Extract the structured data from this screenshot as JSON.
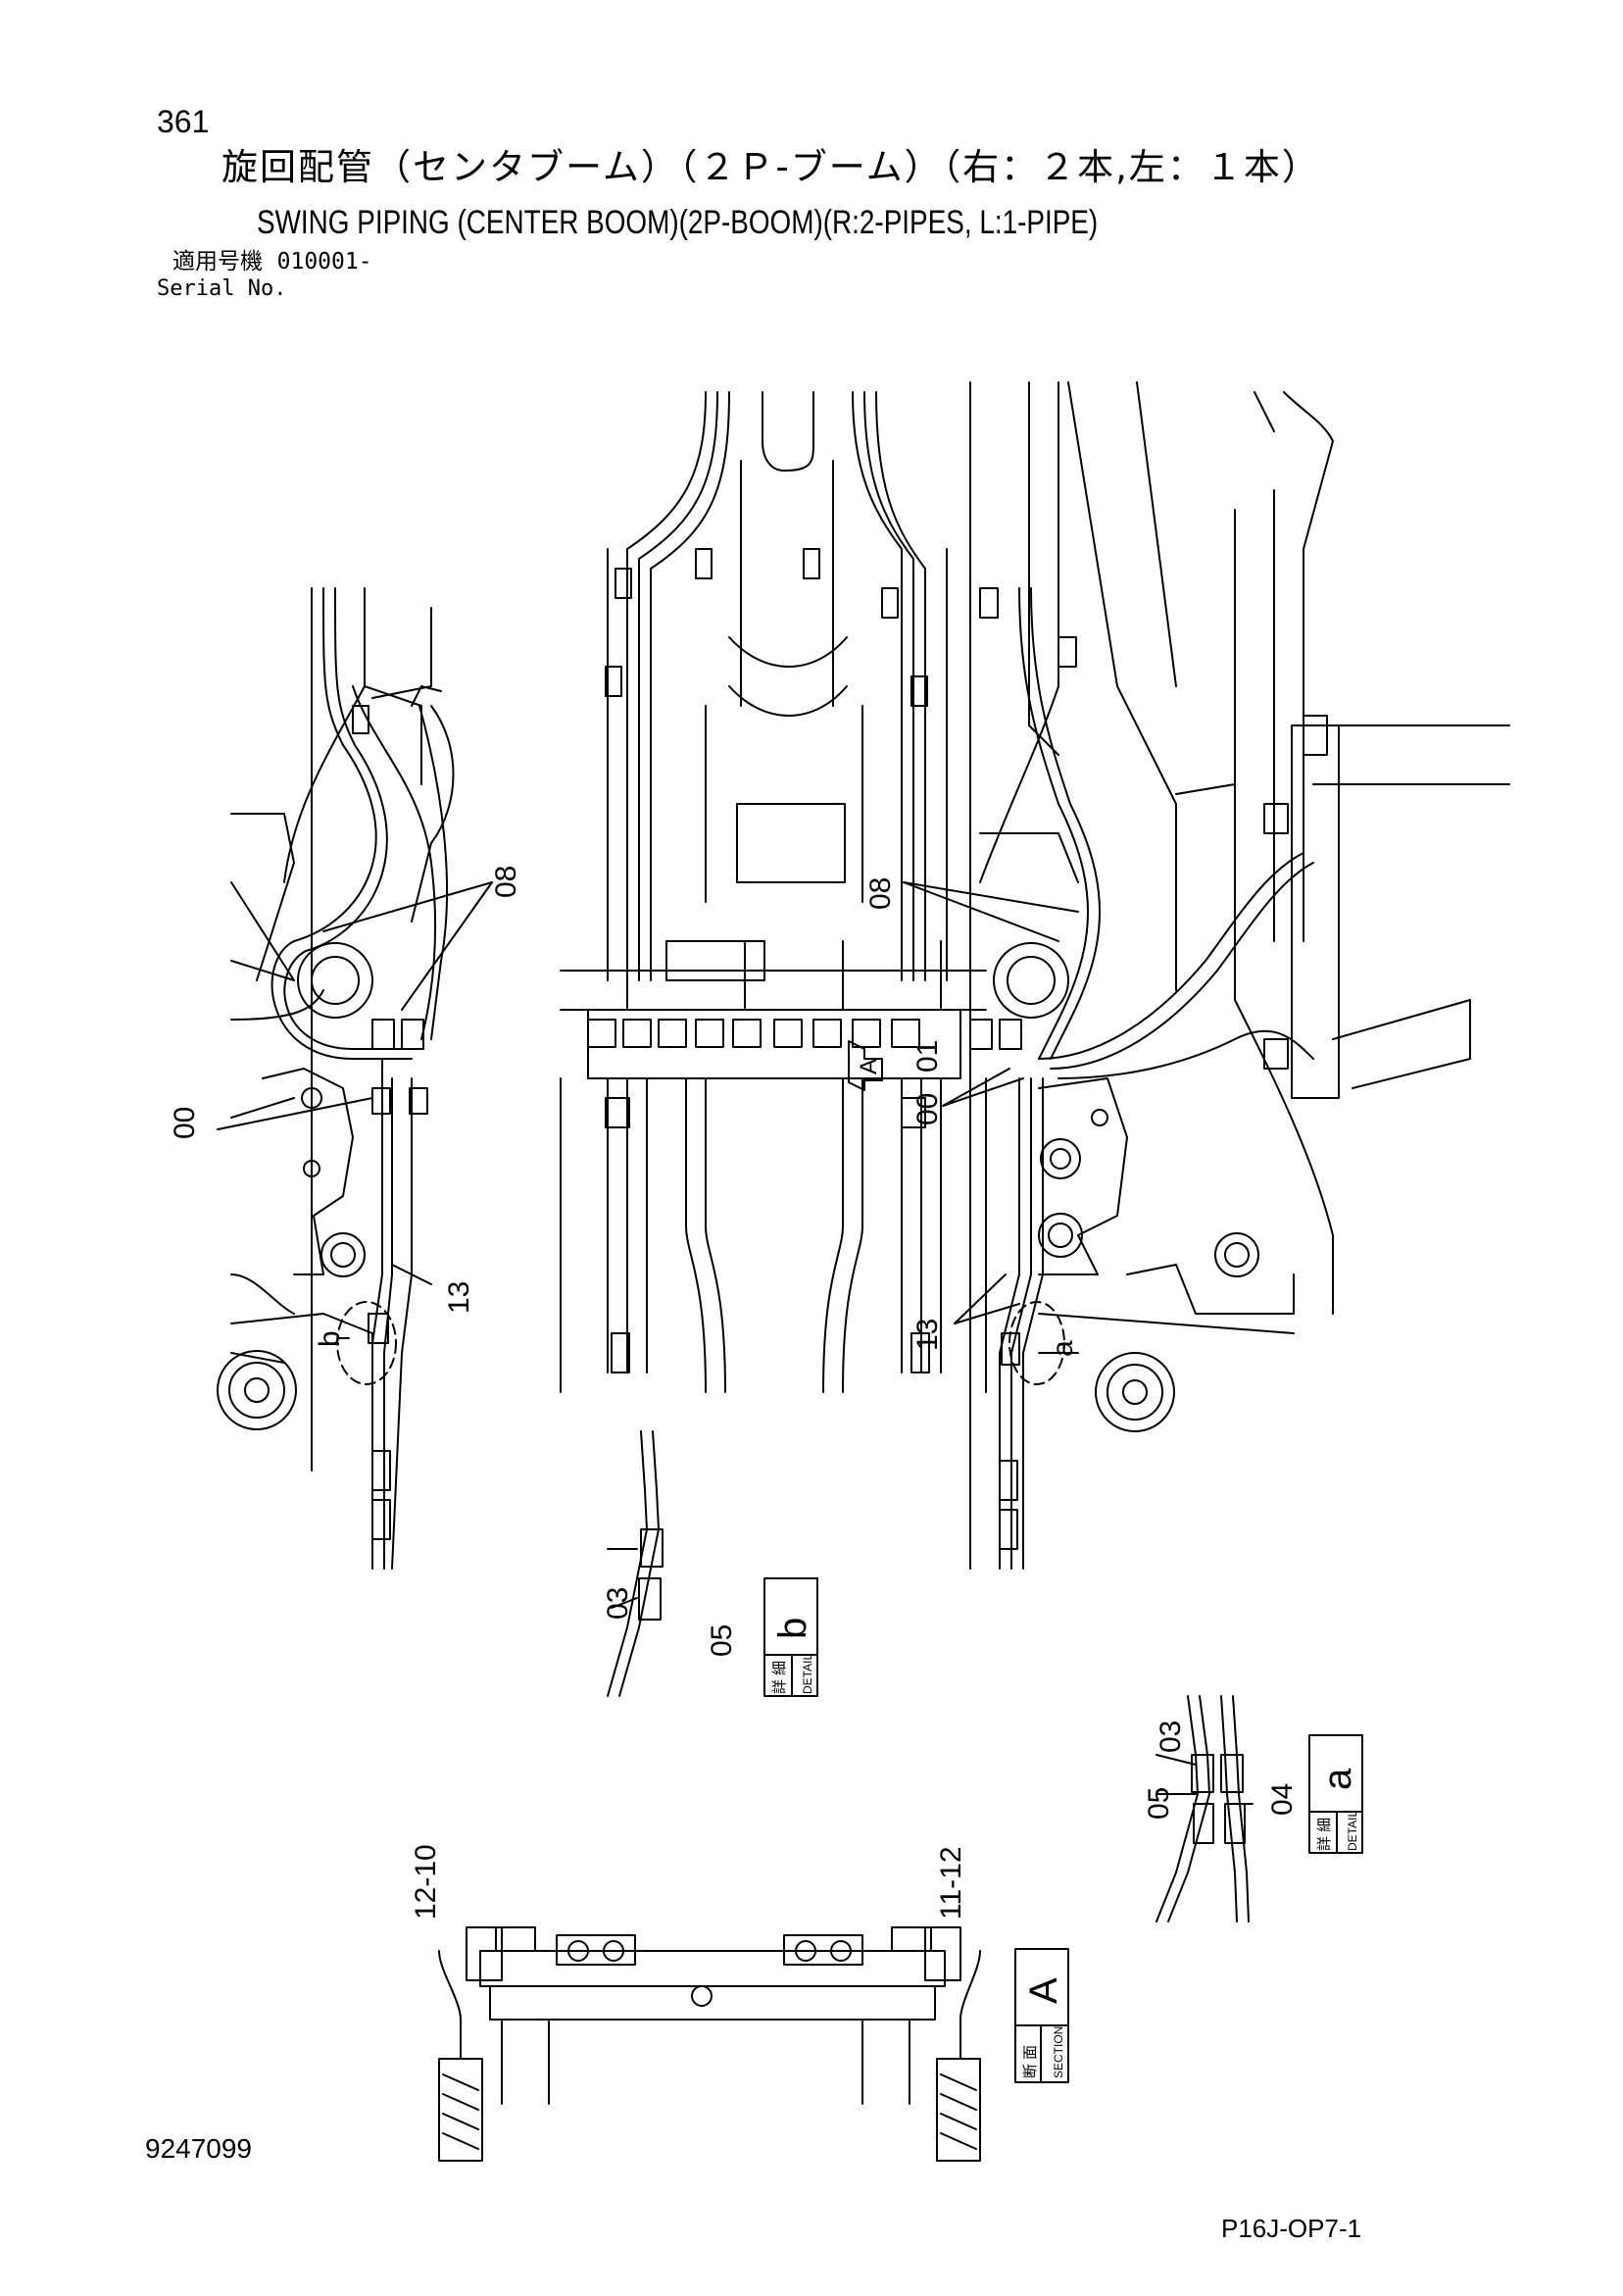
{
  "header": {
    "page_number": "361",
    "title_jp": "旋回配管（センタブーム）（２Ｐ-ブーム）（右：２本,左：１本）",
    "title_en": "SWING PIPING (CENTER BOOM)(2P-BOOM)(R:2-PIPES, L:1-PIPE)",
    "serial_label_jp": "適用号機",
    "serial_value": "010001-",
    "serial_label_en": "Serial No."
  },
  "callouts": {
    "c00_left": "00",
    "c08_left": "08",
    "c13_left": "13",
    "cb_left": "b",
    "c08_right": "08",
    "c00_right": "00",
    "c01_right": "01",
    "c13_right": "13",
    "ca_right": "a",
    "view_arrow": "A",
    "det_b_03": "03",
    "det_b_05": "05",
    "det_a_03": "03",
    "det_a_05": "05",
    "det_a_04": "04",
    "sec_12_10": "12-10",
    "sec_11_12": "11-12"
  },
  "detail_labels": {
    "detail_b": {
      "letter": "b",
      "jp": "詳 細",
      "en": "DETAIL"
    },
    "detail_a": {
      "letter": "a",
      "jp": "詳 細",
      "en": "DETAIL"
    },
    "section_a": {
      "letter": "A",
      "jp": "断 面",
      "en": "SECTION"
    }
  },
  "footer": {
    "doc_number": "9247099",
    "page_code": "P16J-OP7-1"
  }
}
